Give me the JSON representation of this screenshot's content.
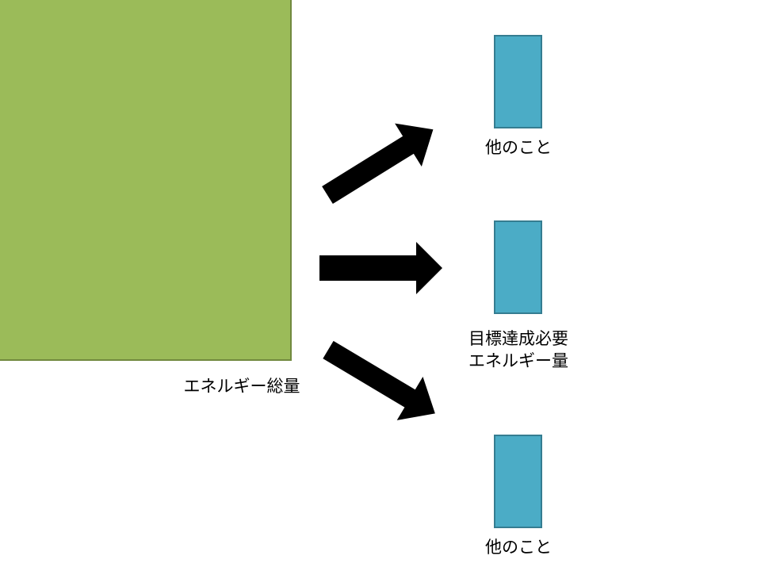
{
  "colors": {
    "source": "#9bbb59",
    "target": "#4bacc6",
    "arrow": "#000000"
  },
  "source": {
    "label": "エネルギー総量"
  },
  "targets": [
    {
      "label": "他のこと"
    },
    {
      "label_line1": "目標達成必要",
      "label_line2": "エネルギー量"
    },
    {
      "label": "他のこと"
    }
  ]
}
